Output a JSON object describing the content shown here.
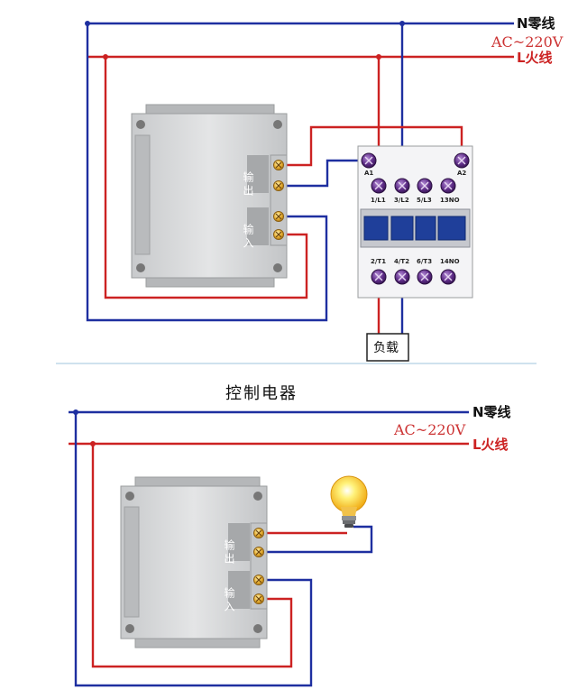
{
  "top": {
    "n_line_label": "N零线",
    "l_line_label": "L火线",
    "ac_label": "AC~220V",
    "module_output_label": "输出",
    "module_input_label": "输入",
    "contactor": {
      "top_pins": [
        "A1",
        "1/L1",
        "3/L2",
        "5/L3",
        "13NO",
        "A2"
      ],
      "bottom_pins": [
        "2/T1",
        "4/T2",
        "6/T3",
        "14NO"
      ]
    },
    "load_label": "负载"
  },
  "bottom": {
    "title": "控制电器",
    "n_line_label": "N零线",
    "l_line_label": "L火线",
    "ac_label": "AC~220V",
    "module_output_label": "输出",
    "module_input_label": "输入"
  },
  "colors": {
    "neutral_wire": "#1e2fa0",
    "live_wire": "#cc2222",
    "module_body": "#d4d6d8",
    "contactor_coil": "#5b2a84",
    "terminal_screw": "#e0a82a"
  },
  "icons": [
    "screw-terminal-icon",
    "bulb-icon"
  ]
}
